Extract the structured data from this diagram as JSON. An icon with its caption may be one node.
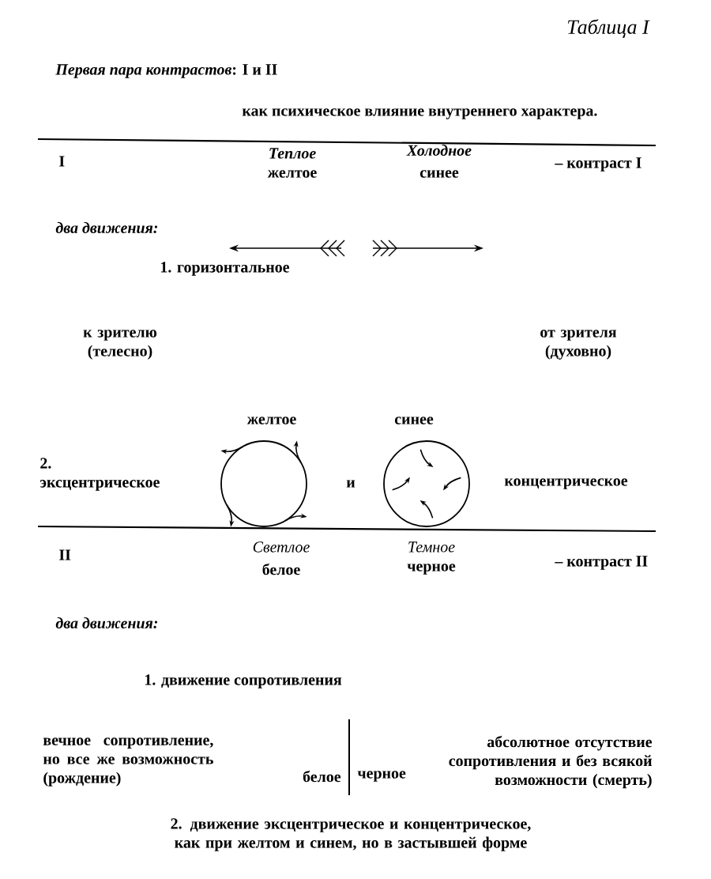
{
  "diagram": {
    "title": "Таблица I",
    "labels": [
      "*Первая пара контрастов*: I и II",
      "как психическое влияние внутреннего характера.",
      "I",
      "Теплое",
      "желтое",
      "Холодное",
      "синее",
      "– контраст I",
      "два движения:",
      "1. горизонтальное",
      "к зрителю (телесно)",
      "от зрителя (духовно)",
      "желтое",
      "синее",
      "2. эксцентрическое",
      "и",
      "концентрическое",
      "II",
      "Светлое",
      "белое",
      "Темное",
      "черное",
      "– контраст II",
      "два движения:",
      "1. движение сопротивления",
      "вечное сопротивление, но все же возможность (рождение)",
      "белое",
      "черное",
      "абсолютное отсутствие сопротивления и без всякой возможности (смерть)",
      "2. движение эксцентрическое и концентрическое, как при желтом и синем, но в застывшей форме"
    ]
  }
}
